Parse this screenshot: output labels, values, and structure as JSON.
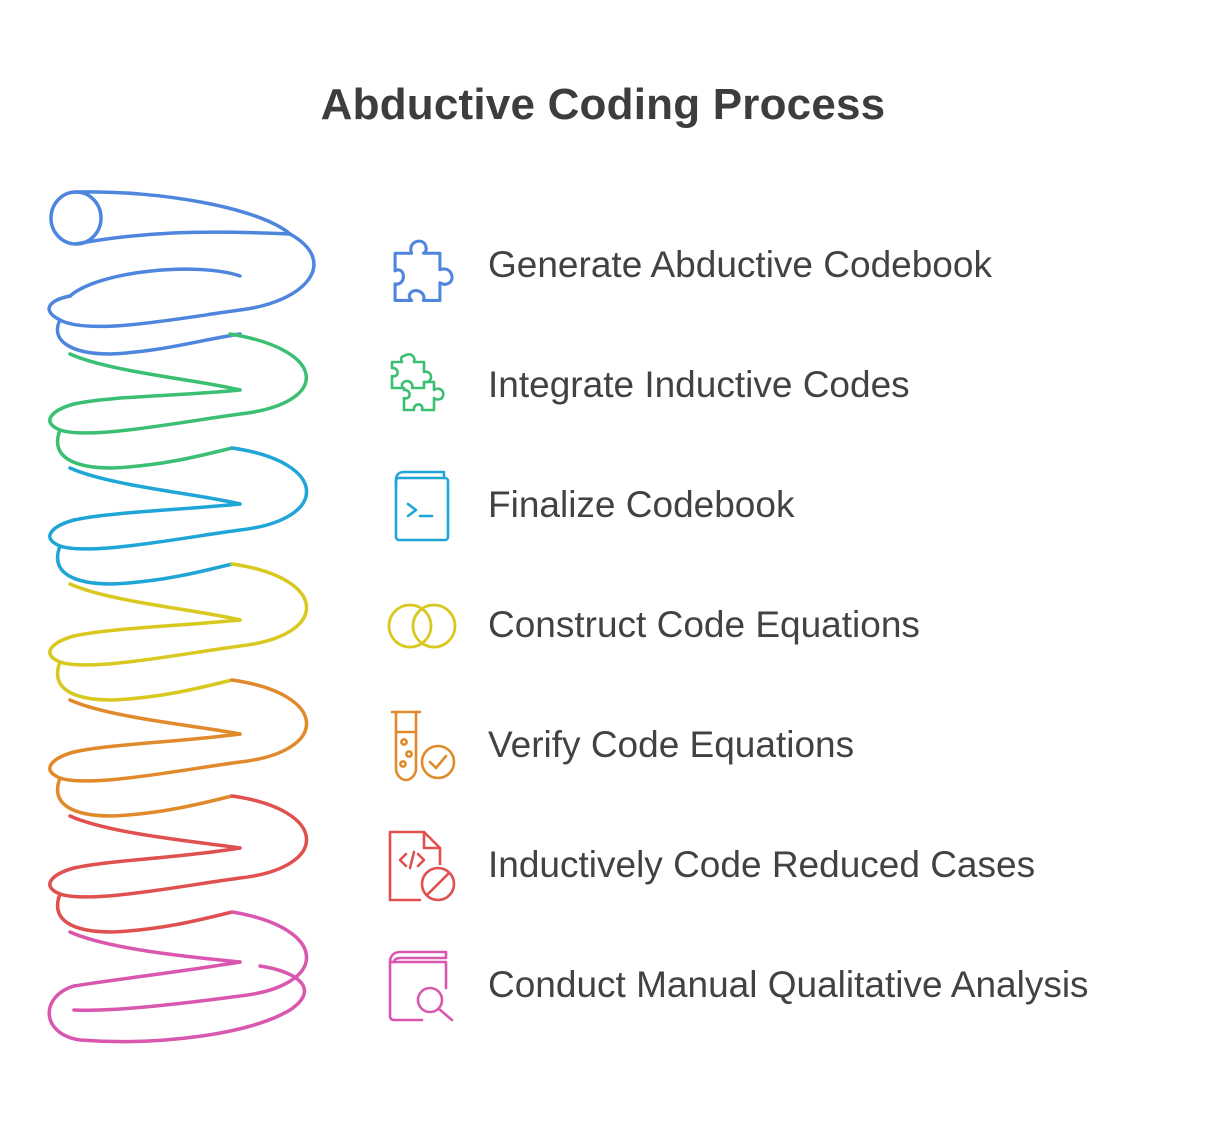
{
  "title": "Abductive Coding Process",
  "steps": [
    {
      "label": "Generate Abductive Codebook",
      "icon": "puzzle-piece-icon",
      "color": "#4e86dd"
    },
    {
      "label": "Integrate Inductive Codes",
      "icon": "puzzle-pieces-icon",
      "color": "#3bbf72"
    },
    {
      "label": "Finalize Codebook",
      "icon": "code-book-icon",
      "color": "#1fa5d6"
    },
    {
      "label": "Construct Code Equations",
      "icon": "overlapping-circles-icon",
      "color": "#d8c81f"
    },
    {
      "label": "Verify Code Equations",
      "icon": "test-tube-check-icon",
      "color": "#e08a2c"
    },
    {
      "label": "Inductively Code Reduced Cases",
      "icon": "code-file-blocked-icon",
      "color": "#e0504e"
    },
    {
      "label": "Conduct Manual Qualitative Analysis",
      "icon": "book-search-icon",
      "color": "#d957ae"
    }
  ]
}
